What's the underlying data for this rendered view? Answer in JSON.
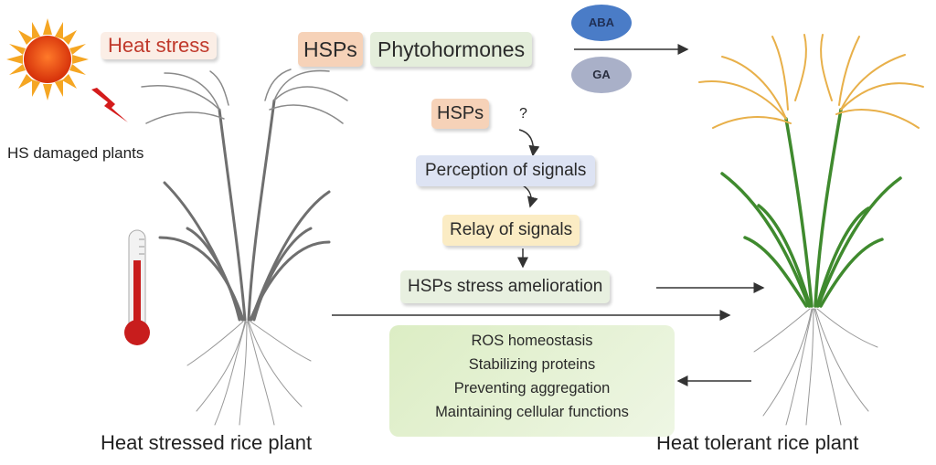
{
  "left": {
    "heat_stress": "Heat stress",
    "damaged_label": "HS damaged plants",
    "caption": "Heat stressed rice plant"
  },
  "right": {
    "caption": "Heat tolerant rice plant"
  },
  "top": {
    "hsps": "HSPs",
    "phytohormones": "Phytohormones",
    "aba": "ABA",
    "ga": "GA"
  },
  "pathway": {
    "hsps": "HSPs",
    "question": "?",
    "perception": "Perception of signals",
    "relay": "Relay of signals",
    "amelioration": "HSPs stress amelioration"
  },
  "functions": [
    "ROS homeostasis",
    "Stabilizing proteins",
    "Preventing aggregation",
    "Maintaining cellular functions"
  ],
  "colors": {
    "heat_text": "#c0392b",
    "aba": "#4a7cc7",
    "ga": "#a9b0c8",
    "panicle_right": "#e8b04a",
    "leaf_right": "#3f8a2e",
    "plant_left": "#707070"
  }
}
